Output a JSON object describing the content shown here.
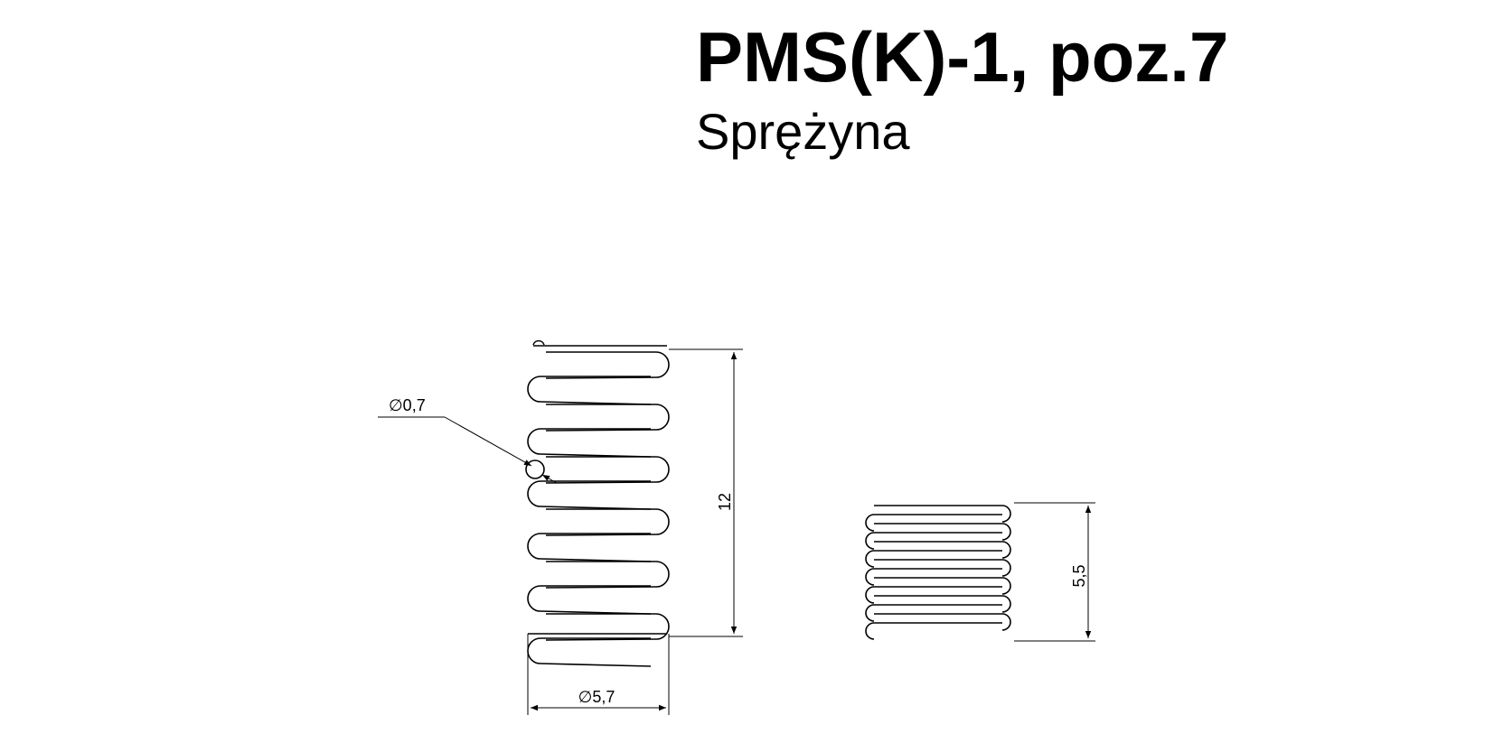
{
  "title": "PMS(K)-1, poz.7",
  "subtitle": "Sprężyna",
  "dimensions": {
    "wire_diameter": "∅0,7",
    "free_length": "12",
    "outer_diameter": "∅5,7",
    "compressed_length": "5,5"
  }
}
